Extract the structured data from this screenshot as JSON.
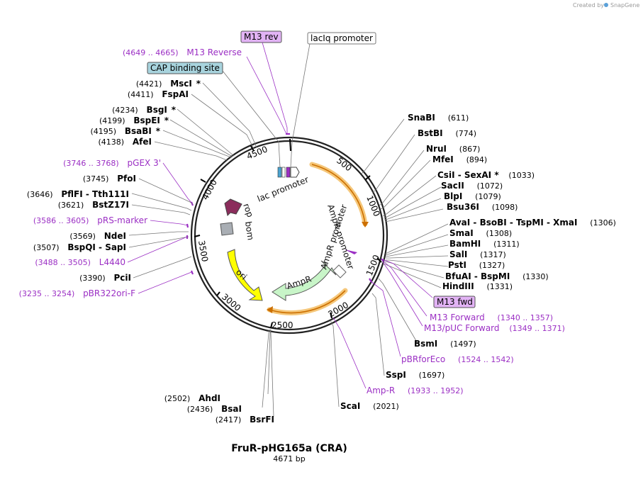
{
  "header": {
    "created_by": "Created by",
    "brand": "SnapGene"
  },
  "title": "FruR-pHG165a (CRA)",
  "length": "4671 bp",
  "ticks": [
    "500",
    "1000",
    "1500",
    "2000",
    "2500",
    "3000",
    "3500",
    "4000",
    "4500"
  ],
  "boxed_labels": {
    "m13rev": "M13 rev",
    "lacIq": "lacIq promoter",
    "cap": "CAP binding site",
    "m13fwd": "M13 fwd"
  },
  "features": {
    "lac_promoter": "lac promoter",
    "ampr_promoter": "AmpR promoter",
    "ampr": "AmpR",
    "ori": "ori",
    "rop": "rop",
    "bom": "bom"
  },
  "left_sites": [
    {
      "pos": "(4421)",
      "name": "MscI",
      "star": "*"
    },
    {
      "pos": "(4411)",
      "name": "FspAI",
      "star": ""
    },
    {
      "pos": "(4234)",
      "name": "BsgI",
      "star": "*"
    },
    {
      "pos": "(4199)",
      "name": "BspEI",
      "star": "*"
    },
    {
      "pos": "(4195)",
      "name": "BsaBI",
      "star": "*"
    },
    {
      "pos": "(4138)",
      "name": "AfeI",
      "star": ""
    },
    {
      "pos": "(3745)",
      "name": "PfoI",
      "star": ""
    },
    {
      "pos": "(3646)",
      "name": "PflFI - Tth111I",
      "star": ""
    },
    {
      "pos": "(3621)",
      "name": "BstZ17I",
      "star": ""
    },
    {
      "pos": "(3569)",
      "name": "NdeI",
      "star": ""
    },
    {
      "pos": "(3507)",
      "name": "BspQI - SapI",
      "star": ""
    },
    {
      "pos": "(3390)",
      "name": "PciI",
      "star": ""
    }
  ],
  "left_primers": [
    {
      "pos": "(4649 .. 4665)",
      "name": "M13 Reverse"
    },
    {
      "pos": "(3746 .. 3768)",
      "name": "pGEX 3'"
    },
    {
      "pos": "(3586 .. 3605)",
      "name": "pRS-marker"
    },
    {
      "pos": "(3488 .. 3505)",
      "name": "L4440"
    },
    {
      "pos": "(3235 .. 3254)",
      "name": "pBR322ori-F"
    }
  ],
  "right_sites": [
    {
      "name": "SnaBI",
      "pos": "(611)"
    },
    {
      "name": "BstBI",
      "pos": "(774)"
    },
    {
      "name": "NruI",
      "pos": "(867)"
    },
    {
      "name": "MfeI",
      "pos": "(894)"
    },
    {
      "name": "CsiI - SexAI *",
      "pos": "(1033)"
    },
    {
      "name": "SacII",
      "pos": "(1072)"
    },
    {
      "name": "BlpI",
      "pos": "(1079)"
    },
    {
      "name": "Bsu36I",
      "pos": "(1098)"
    },
    {
      "name": "AvaI - BsoBI - TspMI - XmaI",
      "pos": "(1306)"
    },
    {
      "name": "SmaI",
      "pos": "(1308)"
    },
    {
      "name": "BamHI",
      "pos": "(1311)"
    },
    {
      "name": "SalI",
      "pos": "(1317)"
    },
    {
      "name": "PstI",
      "pos": "(1327)"
    },
    {
      "name": "BfuAI - BspMI",
      "pos": "(1330)"
    },
    {
      "name": "HindIII",
      "pos": "(1331)"
    }
  ],
  "right_primers": [
    {
      "name": "M13 Forward",
      "pos": "(1340 .. 1357)"
    },
    {
      "name": "M13/pUC Forward",
      "pos": "(1349 .. 1371)"
    },
    {
      "name": "pBRforEco",
      "pos": "(1524 .. 1542)"
    },
    {
      "name": "Amp-R",
      "pos": "(1933 .. 1952)"
    }
  ],
  "lower_sites": [
    {
      "name": "BsmI",
      "pos": "(1497)"
    },
    {
      "name": "SspI",
      "pos": "(1697)"
    },
    {
      "name": "ScaI",
      "pos": "(2021)"
    }
  ],
  "bottom_sites": [
    {
      "pos": "(2502)",
      "name": "AhdI"
    },
    {
      "pos": "(2436)",
      "name": "BsaI"
    },
    {
      "pos": "(2417)",
      "name": "BsrFI"
    }
  ],
  "colors": {
    "backbone": "#222222",
    "primer": "#9b2fc4",
    "ampr": "#c8f5c8",
    "ori": "#ffff00",
    "rop": "#8b2d5c",
    "bom": "#a9aeb4",
    "promoter_halo": "#f5c77a",
    "promoter_line": "#cc6f00",
    "box_primer": "#e2b3f5",
    "box_cap": "#a8d4de"
  }
}
